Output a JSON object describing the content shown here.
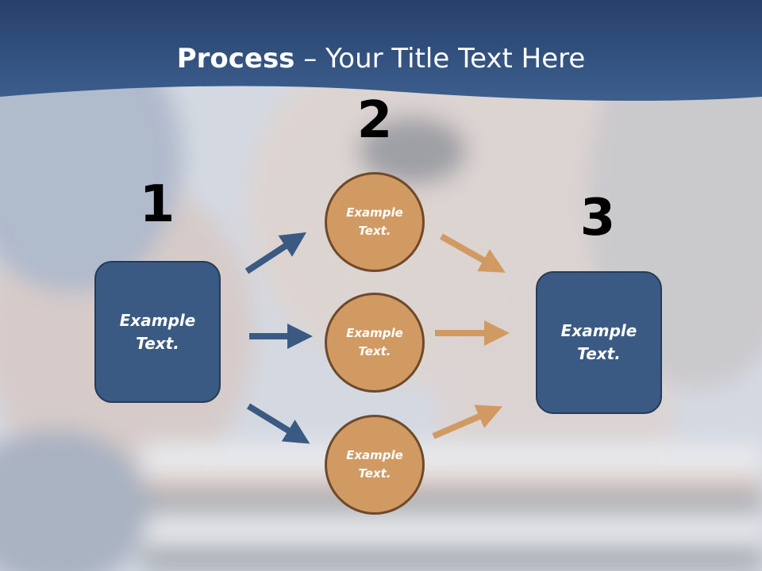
{
  "slide": {
    "title_bold": "Process",
    "title_rest": " – Your Title Text Here"
  },
  "steps": {
    "one": {
      "number": "1",
      "text": "Example Text."
    },
    "two": {
      "number": "2"
    },
    "three": {
      "number": "3",
      "text": "Example Text."
    }
  },
  "circles": [
    {
      "text": "Example Text."
    },
    {
      "text": "Example Text."
    },
    {
      "text": "Example Text."
    }
  ],
  "colors": {
    "header_blue": "#2f4c74",
    "box_blue": "#3a5a83",
    "circle_orange": "#d19a63",
    "arrow_blue": "#3a5a83",
    "arrow_orange": "#d19a63"
  }
}
